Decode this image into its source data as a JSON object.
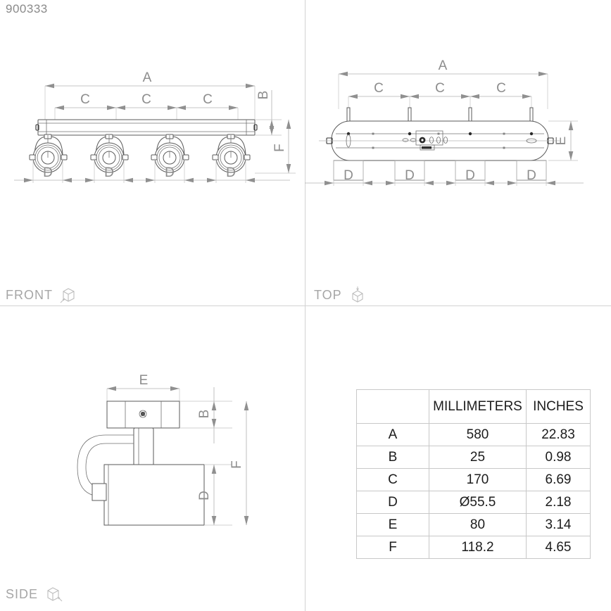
{
  "product_code": "900333",
  "views": [
    {
      "id": "front",
      "label": "FRONT",
      "icon": "cube-front-icon"
    },
    {
      "id": "top",
      "label": "TOP",
      "icon": "cube-top-icon"
    },
    {
      "id": "side",
      "label": "SIDE",
      "icon": "cube-side-icon"
    }
  ],
  "front_view": {
    "dimensions": {
      "overall": "A",
      "spacing": [
        "C",
        "C",
        "C"
      ],
      "height": "B",
      "depth": "F",
      "spot_diameter": [
        "D",
        "D",
        "D",
        "D"
      ]
    },
    "spot_count": 4
  },
  "top_view": {
    "dimensions": {
      "overall": "A",
      "spacing": [
        "C",
        "C",
        "C"
      ],
      "width": "E",
      "spot_diameter": [
        "D",
        "D",
        "D",
        "D"
      ]
    },
    "spot_count": 4
  },
  "side_view": {
    "dimensions": {
      "plate_width": "E",
      "plate_height": "B",
      "head_diameter": "D",
      "total_height": "F"
    }
  },
  "dimension_table": {
    "headers": [
      "",
      "MILLIMETERS",
      "INCHES"
    ],
    "rows": [
      {
        "key": "A",
        "mm": "580",
        "inches": "22.83"
      },
      {
        "key": "B",
        "mm": "25",
        "inches": "0.98"
      },
      {
        "key": "C",
        "mm": "170",
        "inches": "6.69"
      },
      {
        "key": "D",
        "mm": "Ø55.5",
        "inches": "2.18"
      },
      {
        "key": "E",
        "mm": "80",
        "inches": "3.14"
      },
      {
        "key": "F",
        "mm": "118.2",
        "inches": "4.65"
      }
    ]
  },
  "colors": {
    "text_gray": "#8a8a8a",
    "outline": "#5a5a5a",
    "dimension_line": "#b0b0b0",
    "table_border": "#c8c8c8",
    "table_text": "#1c1c1c"
  }
}
